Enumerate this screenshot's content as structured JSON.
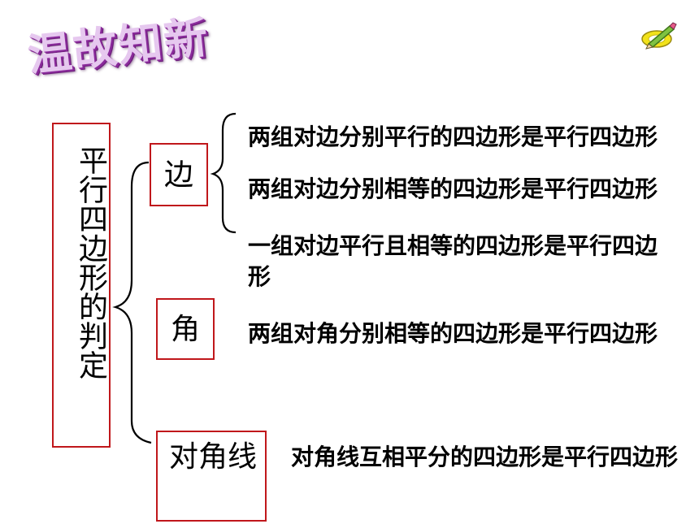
{
  "slide": {
    "title": "温故知新",
    "main_box": "平行四边形的判定",
    "categories": {
      "side": "边",
      "angle": "角",
      "diagonal": "对角线"
    },
    "statements": {
      "side_1": "两组对边分别平行的四边形是平行四边形",
      "side_2": "两组对边分别相等的四边形是平行四边形",
      "side_3": "一组对边平行且相等的四边形是平行四边形",
      "angle_1": "两组对角分别相等的四边形是平行四边形",
      "diagonal_1": "对角线互相平分的四边形是平行四边形"
    }
  },
  "colors": {
    "box_border": "#c0171b",
    "title_fill": "#e6c8ef",
    "title_shadow": "#8a2a9b",
    "text": "#000000"
  },
  "icons": {
    "corner": "pencil-icon"
  }
}
